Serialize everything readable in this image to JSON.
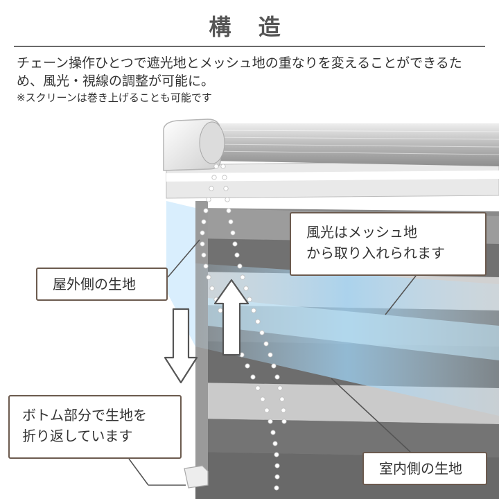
{
  "title": "構 造",
  "description": "チェーン操作ひとつで遮光地とメッシュ地の重なりを変えることができるため、風光・視線の調整が可能に。",
  "note": "※スクリーンは巻き上げることも可能です",
  "callouts": {
    "outer_fabric": "屋外側の生地",
    "air_light_line1": "風光はメッシュ地",
    "air_light_line2": "から取り入れられます",
    "bottom_line1": "ボトム部分で生地を",
    "bottom_line2": "折り返しています",
    "inner_fabric": "室内側の生地"
  },
  "colors": {
    "callout_border": "#6b5a4e",
    "text": "#333333",
    "fabric_dark": "#7a7a7a",
    "mesh_light": "#e4e4e4",
    "glow": "#9fd3f5"
  },
  "icons": {
    "up_arrow": "up-arrow-icon",
    "down_arrow": "down-arrow-icon"
  }
}
